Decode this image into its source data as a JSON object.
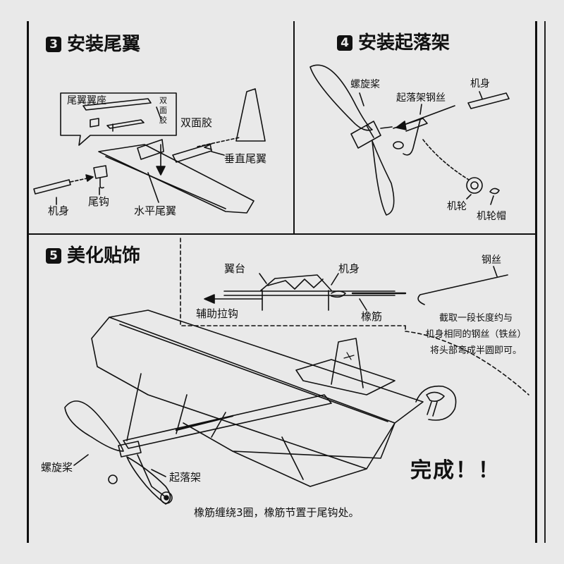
{
  "steps": [
    {
      "number": "3",
      "title": "安装尾翼"
    },
    {
      "number": "4",
      "title": "安装起落架"
    },
    {
      "number": "5",
      "title": "美化贴饰"
    }
  ],
  "step3_labels": {
    "tail_seat": "尾翼翼座",
    "double_tape_small": "双\n面\n胶",
    "double_tape": "双面胶",
    "vertical_tail": "垂直尾翼",
    "fuselage": "机身",
    "tail_hook": "尾钩",
    "horizontal_tail": "水平尾翼"
  },
  "step4_labels": {
    "propeller": "螺旋桨",
    "landing_gear_wire": "起落架钢丝",
    "fuselage": "机身",
    "wheel": "机轮",
    "wheel_cap": "机轮帽"
  },
  "step5_labels": {
    "wing_mount": "翼台",
    "fuselage": "机身",
    "aux_hook": "辅助拉钩",
    "rubber_band": "橡筋",
    "steel_wire": "钢丝",
    "wire_note": "截取一段长度约与\n机身相同的钢丝（铁丝）\n将头部弯成半圆即可。",
    "propeller": "螺旋桨",
    "landing_gear": "起落架",
    "done": "完成！！",
    "caption": "橡筋缠绕3圈，橡筋节置于尾钩处。"
  }
}
